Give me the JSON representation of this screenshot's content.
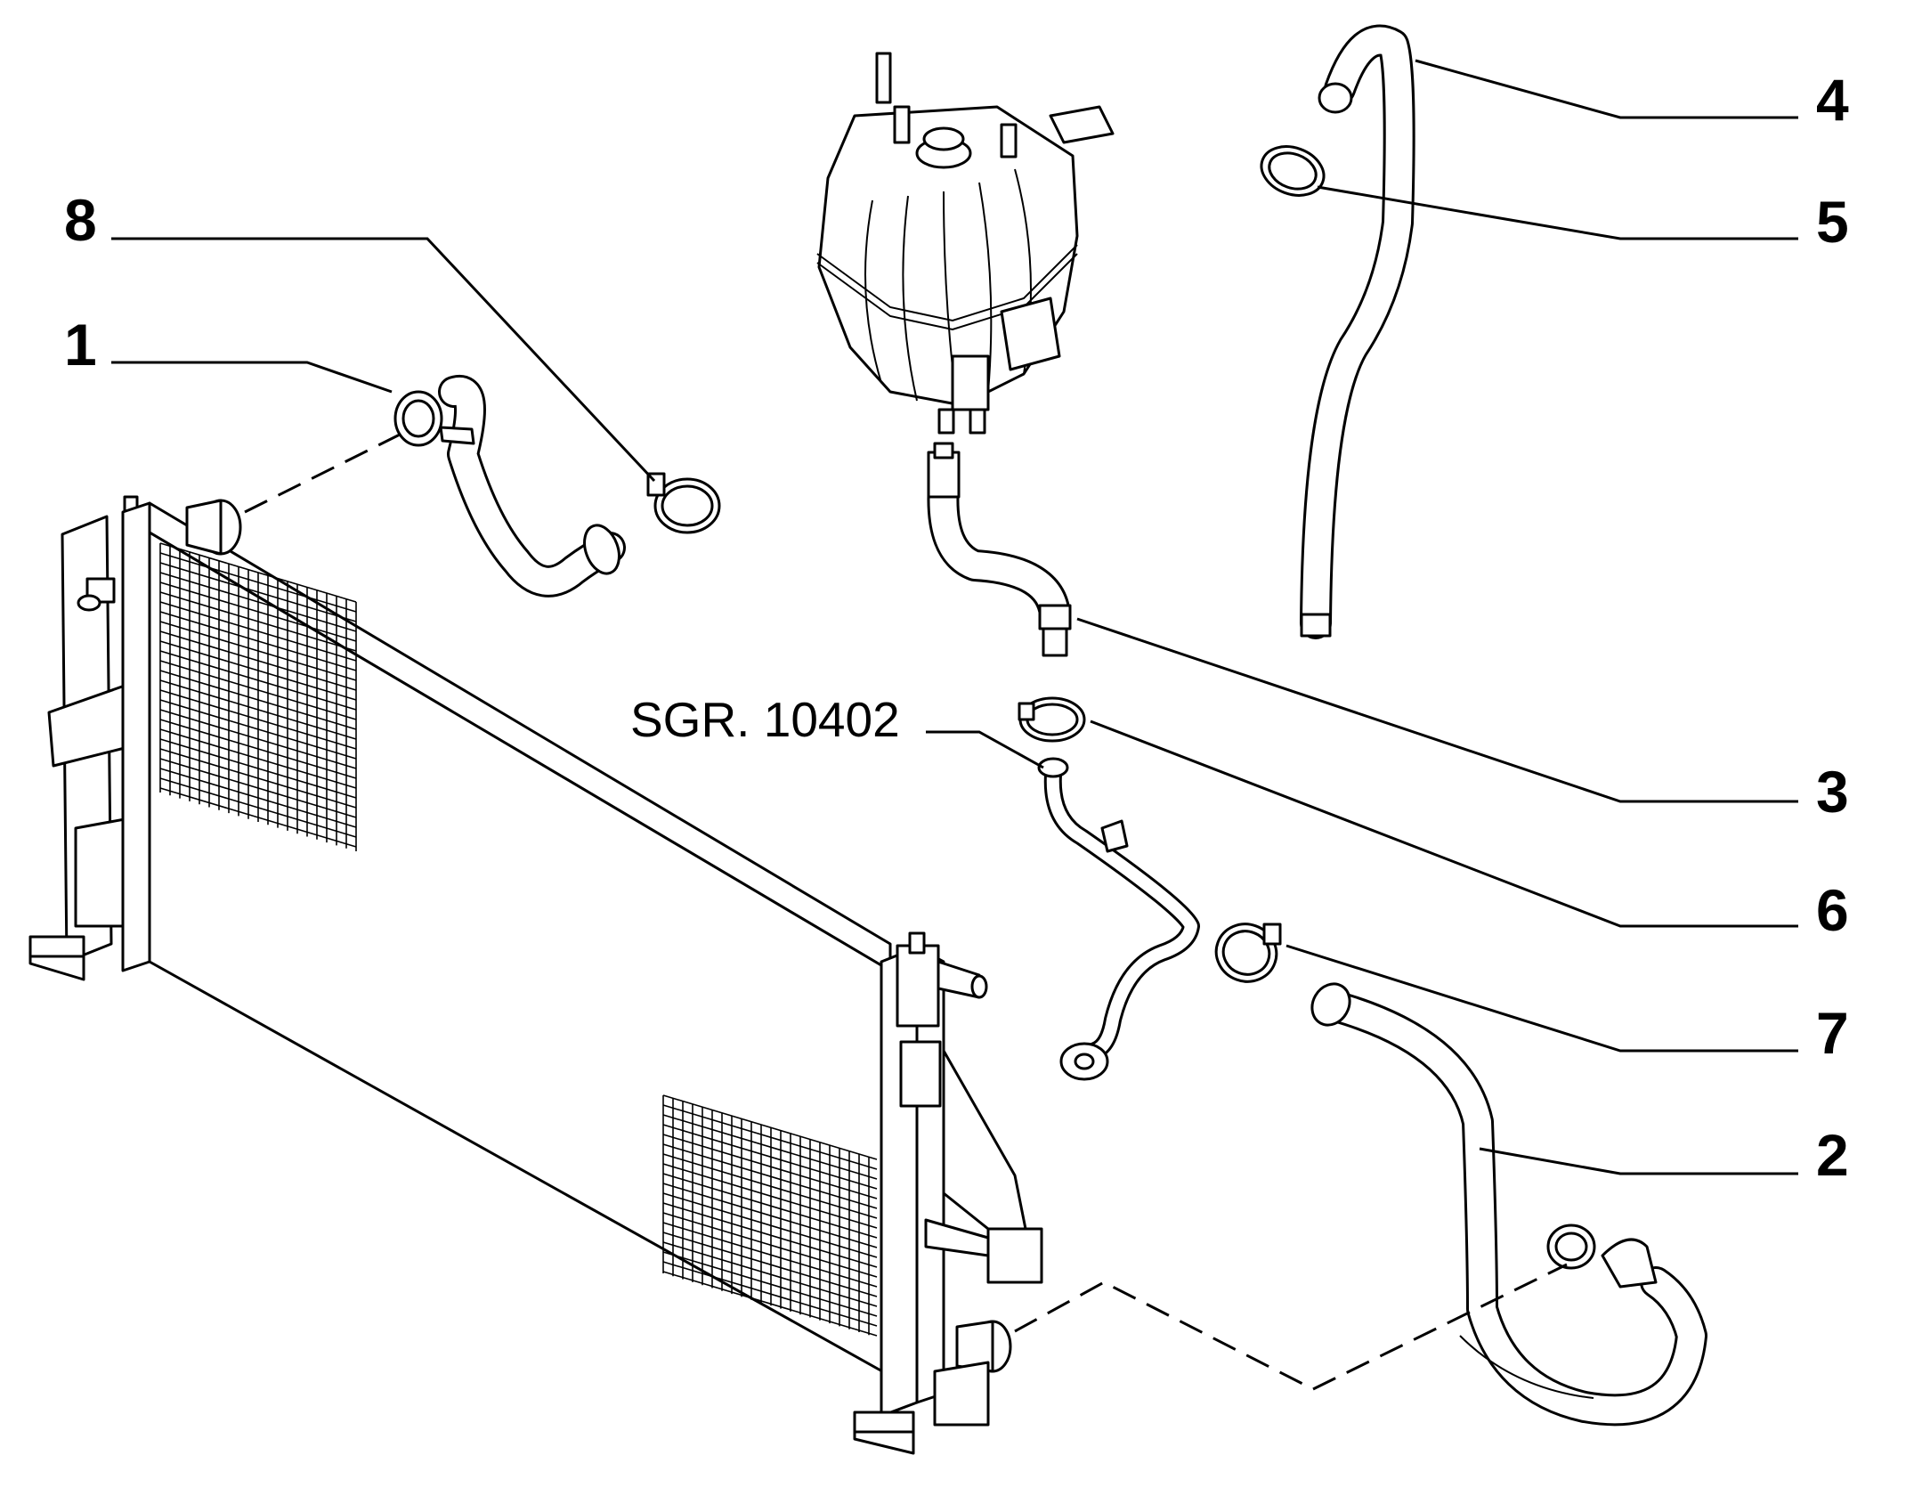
{
  "callouts": [
    {
      "id": "1",
      "text": "1"
    },
    {
      "id": "2",
      "text": "2"
    },
    {
      "id": "3",
      "text": "3"
    },
    {
      "id": "4",
      "text": "4"
    },
    {
      "id": "5",
      "text": "5"
    },
    {
      "id": "6",
      "text": "6"
    },
    {
      "id": "7",
      "text": "7"
    },
    {
      "id": "8",
      "text": "8"
    }
  ],
  "reference": "SGR. 10402"
}
